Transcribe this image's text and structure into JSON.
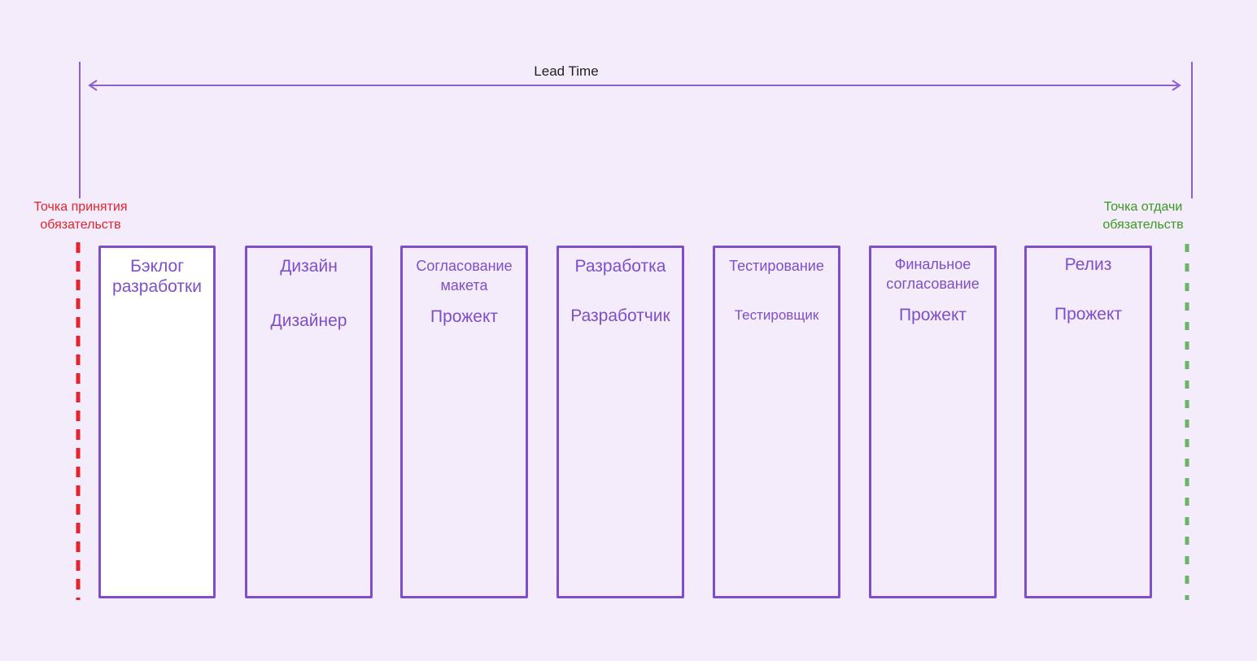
{
  "lead_time": {
    "label": "Lead Time"
  },
  "commitment": {
    "start_label": "Точка принятия обязательств",
    "end_label": "Точка отдачи обязательств",
    "start_color": "#e5242b",
    "end_color": "#3a9a1e"
  },
  "colors": {
    "accent": "#7d4fcb",
    "end_marker": "#6bb36b",
    "background": "#f4ebfb"
  },
  "stages": [
    {
      "title": "Бэклог разработки",
      "role": ""
    },
    {
      "title": "Дизайн",
      "role": "Дизайнер"
    },
    {
      "title": "Согласование макета",
      "role": "Прожект"
    },
    {
      "title": "Разработка",
      "role": "Разработчик"
    },
    {
      "title": "Тестирование",
      "role": "Тестировщик"
    },
    {
      "title": "Финальное согласование",
      "role": "Прожект"
    },
    {
      "title": "Релиз",
      "role": "Прожект"
    }
  ]
}
